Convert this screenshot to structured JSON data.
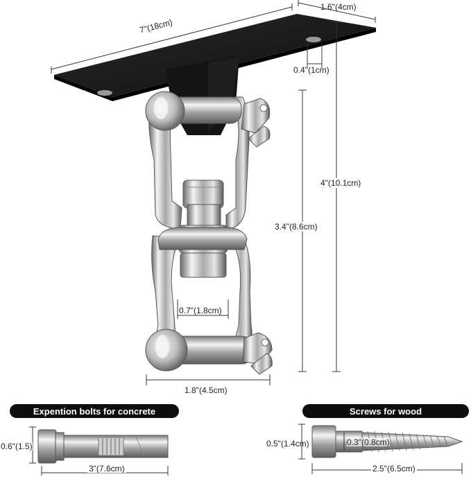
{
  "dimensions": {
    "plate_length": "7\"(18cm)",
    "plate_width": "1.6\"(4cm)",
    "hole_diameter": "0.4\"(1cm)",
    "total_height": "4\"(10.1cm)",
    "swivel_height": "3.4\"(8.6cm)",
    "shackle_inner_width": "0.7\"(1.8cm)",
    "shackle_outer_width": "1.8\"(4.5cm)"
  },
  "concrete_bolt": {
    "title": "Expention bolts for concrete",
    "head_height": "0.6\"(1.5)",
    "length": "3\"(7.6cm)"
  },
  "wood_screw": {
    "title": "Screws for wood",
    "head_height": "0.5\"(1.4cm)",
    "shank_diameter": "0.3\"(0.8cm)",
    "length": "2.5\"(6.5cm)"
  },
  "colors": {
    "plate": "#151515",
    "steel_light": "#f2f2f2",
    "steel_mid": "#b8b8b8",
    "steel_dark": "#5a5a5a",
    "label_bg": "#0d0d0d",
    "dimension_line": "#333333"
  }
}
